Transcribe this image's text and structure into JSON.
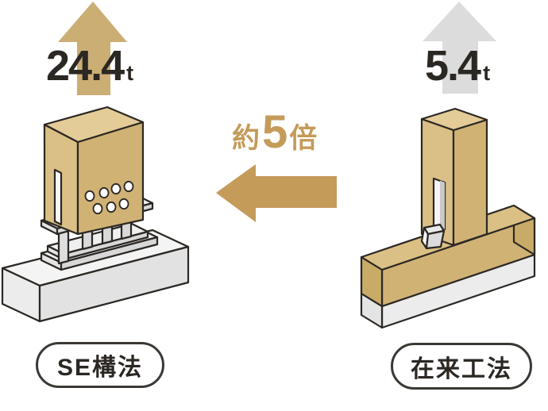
{
  "diagram": {
    "left": {
      "value": "24.4",
      "unit": "t",
      "label": "SE構法",
      "illustration": "se-metal-connector-column-on-foundation",
      "arrow_icon": "up-arrow-gold",
      "arrow_color": "#CBAE74"
    },
    "right": {
      "value": "5.4",
      "unit": "t",
      "label": "在来工法",
      "illustration": "traditional-mortise-pin-joint-column-on-sill",
      "arrow_icon": "up-arrow-gray",
      "arrow_color": "#DCDCDC"
    },
    "multiplier": {
      "prefix": "約",
      "value": "5",
      "suffix": "倍",
      "arrow_icon": "left-arrow-gold",
      "color": "#C49B59"
    },
    "colors": {
      "accent_deep_gold": "#C49B59",
      "arrow_light_gold": "#CBAE74",
      "arrow_gray": "#DCDCDC",
      "wood_front": "#D0B275",
      "wood_light": "#DABF86",
      "wood_top": "#E3CC97",
      "metal_gray": "#D9D9D9",
      "concrete_gray": "#ECECEC",
      "outline_dark": "#2B2723",
      "text_dark": "#2B2723"
    }
  }
}
